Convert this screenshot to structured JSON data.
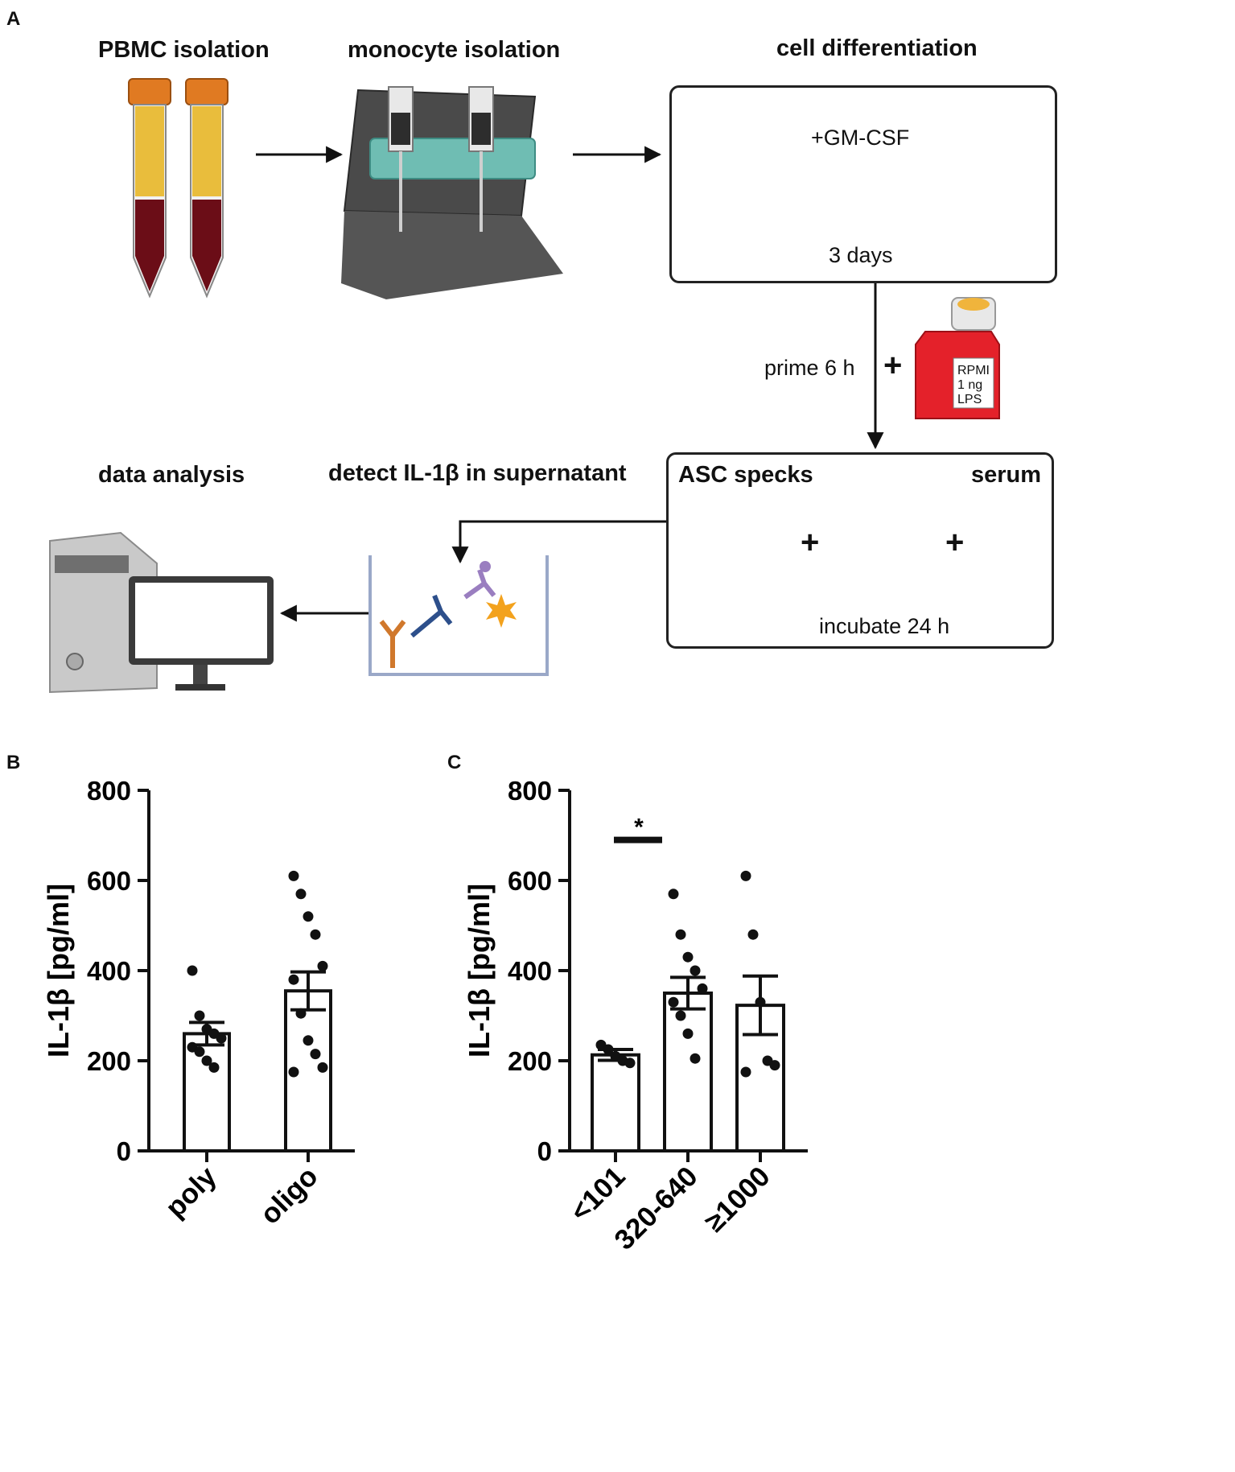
{
  "panel_a": {
    "letter": "A",
    "steps": {
      "pbmc": "PBMC isolation",
      "monocyte": "monocyte isolation",
      "differentiation": "cell differentiation",
      "data_analysis": "data analysis",
      "detect": "detect IL-1β in supernatant",
      "asc": "ASC specks",
      "serum": "serum"
    },
    "labels": {
      "gmcsf": "+GM-CSF",
      "days": "3 days",
      "prime": "prime 6 h",
      "plus": "+",
      "flask_line1": "RPMI",
      "flask_line2": "1 ng",
      "flask_line3": "LPS",
      "incubate": "incubate 24 h"
    }
  },
  "chart_data": [
    {
      "panel": "B",
      "type": "bar",
      "ylabel": "IL-1β [pg/ml]",
      "ylim": [
        0,
        800
      ],
      "yticks": [
        "0",
        "200",
        "400",
        "600",
        "800"
      ],
      "categories": [
        "poly",
        "oligo"
      ],
      "values": [
        260,
        355
      ],
      "sem": [
        25,
        42
      ],
      "points": [
        [
          400,
          300,
          270,
          260,
          250,
          230,
          220,
          200,
          185
        ],
        [
          610,
          570,
          520,
          480,
          410,
          380,
          305,
          245,
          215,
          185,
          175
        ]
      ]
    },
    {
      "panel": "C",
      "type": "bar",
      "ylabel": "IL-1β [pg/ml]",
      "ylim": [
        0,
        800
      ],
      "yticks": [
        "0",
        "200",
        "400",
        "600",
        "800"
      ],
      "categories": [
        "<101",
        "320-640",
        "≥1000"
      ],
      "values": [
        213,
        350
      ],
      "values_full": [
        213,
        350,
        323
      ],
      "sem": [
        12,
        35,
        65
      ],
      "points": [
        [
          235,
          225,
          210,
          200,
          195
        ],
        [
          570,
          480,
          430,
          400,
          360,
          330,
          300,
          260,
          205
        ],
        [
          610,
          480,
          330,
          200,
          190,
          175
        ]
      ],
      "significance": "*"
    }
  ]
}
